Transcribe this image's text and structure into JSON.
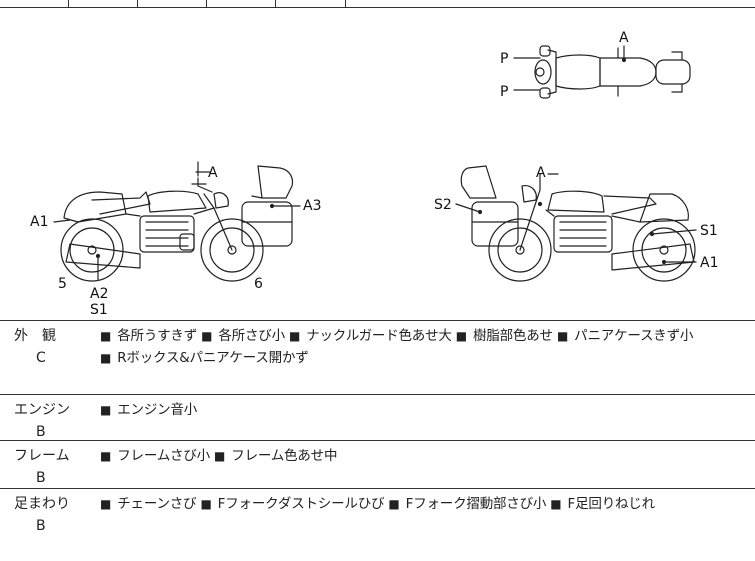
{
  "diagram": {
    "labels": {
      "top_a": "A",
      "top_p1": "P",
      "top_p2": "P",
      "left_a": "A",
      "left_a1": "A1",
      "left_a3": "A3",
      "left_5": "5",
      "left_a2": "A2",
      "left_s1": "S1",
      "left_6": "6",
      "right_a": "A",
      "right_s2": "S2",
      "right_s1": "S1",
      "right_a1": "A1"
    }
  },
  "rows": [
    {
      "category": "外　観",
      "grade": "C",
      "notes": [
        "各所うすきず",
        "各所さび小",
        "ナックルガード色あせ大",
        "樹脂部色あせ",
        "パニアケースきず小",
        "Rボックス&パニアケース開かず"
      ]
    },
    {
      "category": "エンジン",
      "grade": "B",
      "notes": [
        "エンジン音小"
      ]
    },
    {
      "category": "フレーム",
      "grade": "B",
      "notes": [
        "フレームさび小",
        "フレーム色あせ中"
      ]
    },
    {
      "category": "足まわり",
      "grade": "B",
      "notes": [
        "チェーンさび",
        "Fフォークダストシールひび",
        "Fフォーク摺動部さび小",
        "F足回りねじれ"
      ]
    }
  ],
  "bullet_glyph": "■"
}
